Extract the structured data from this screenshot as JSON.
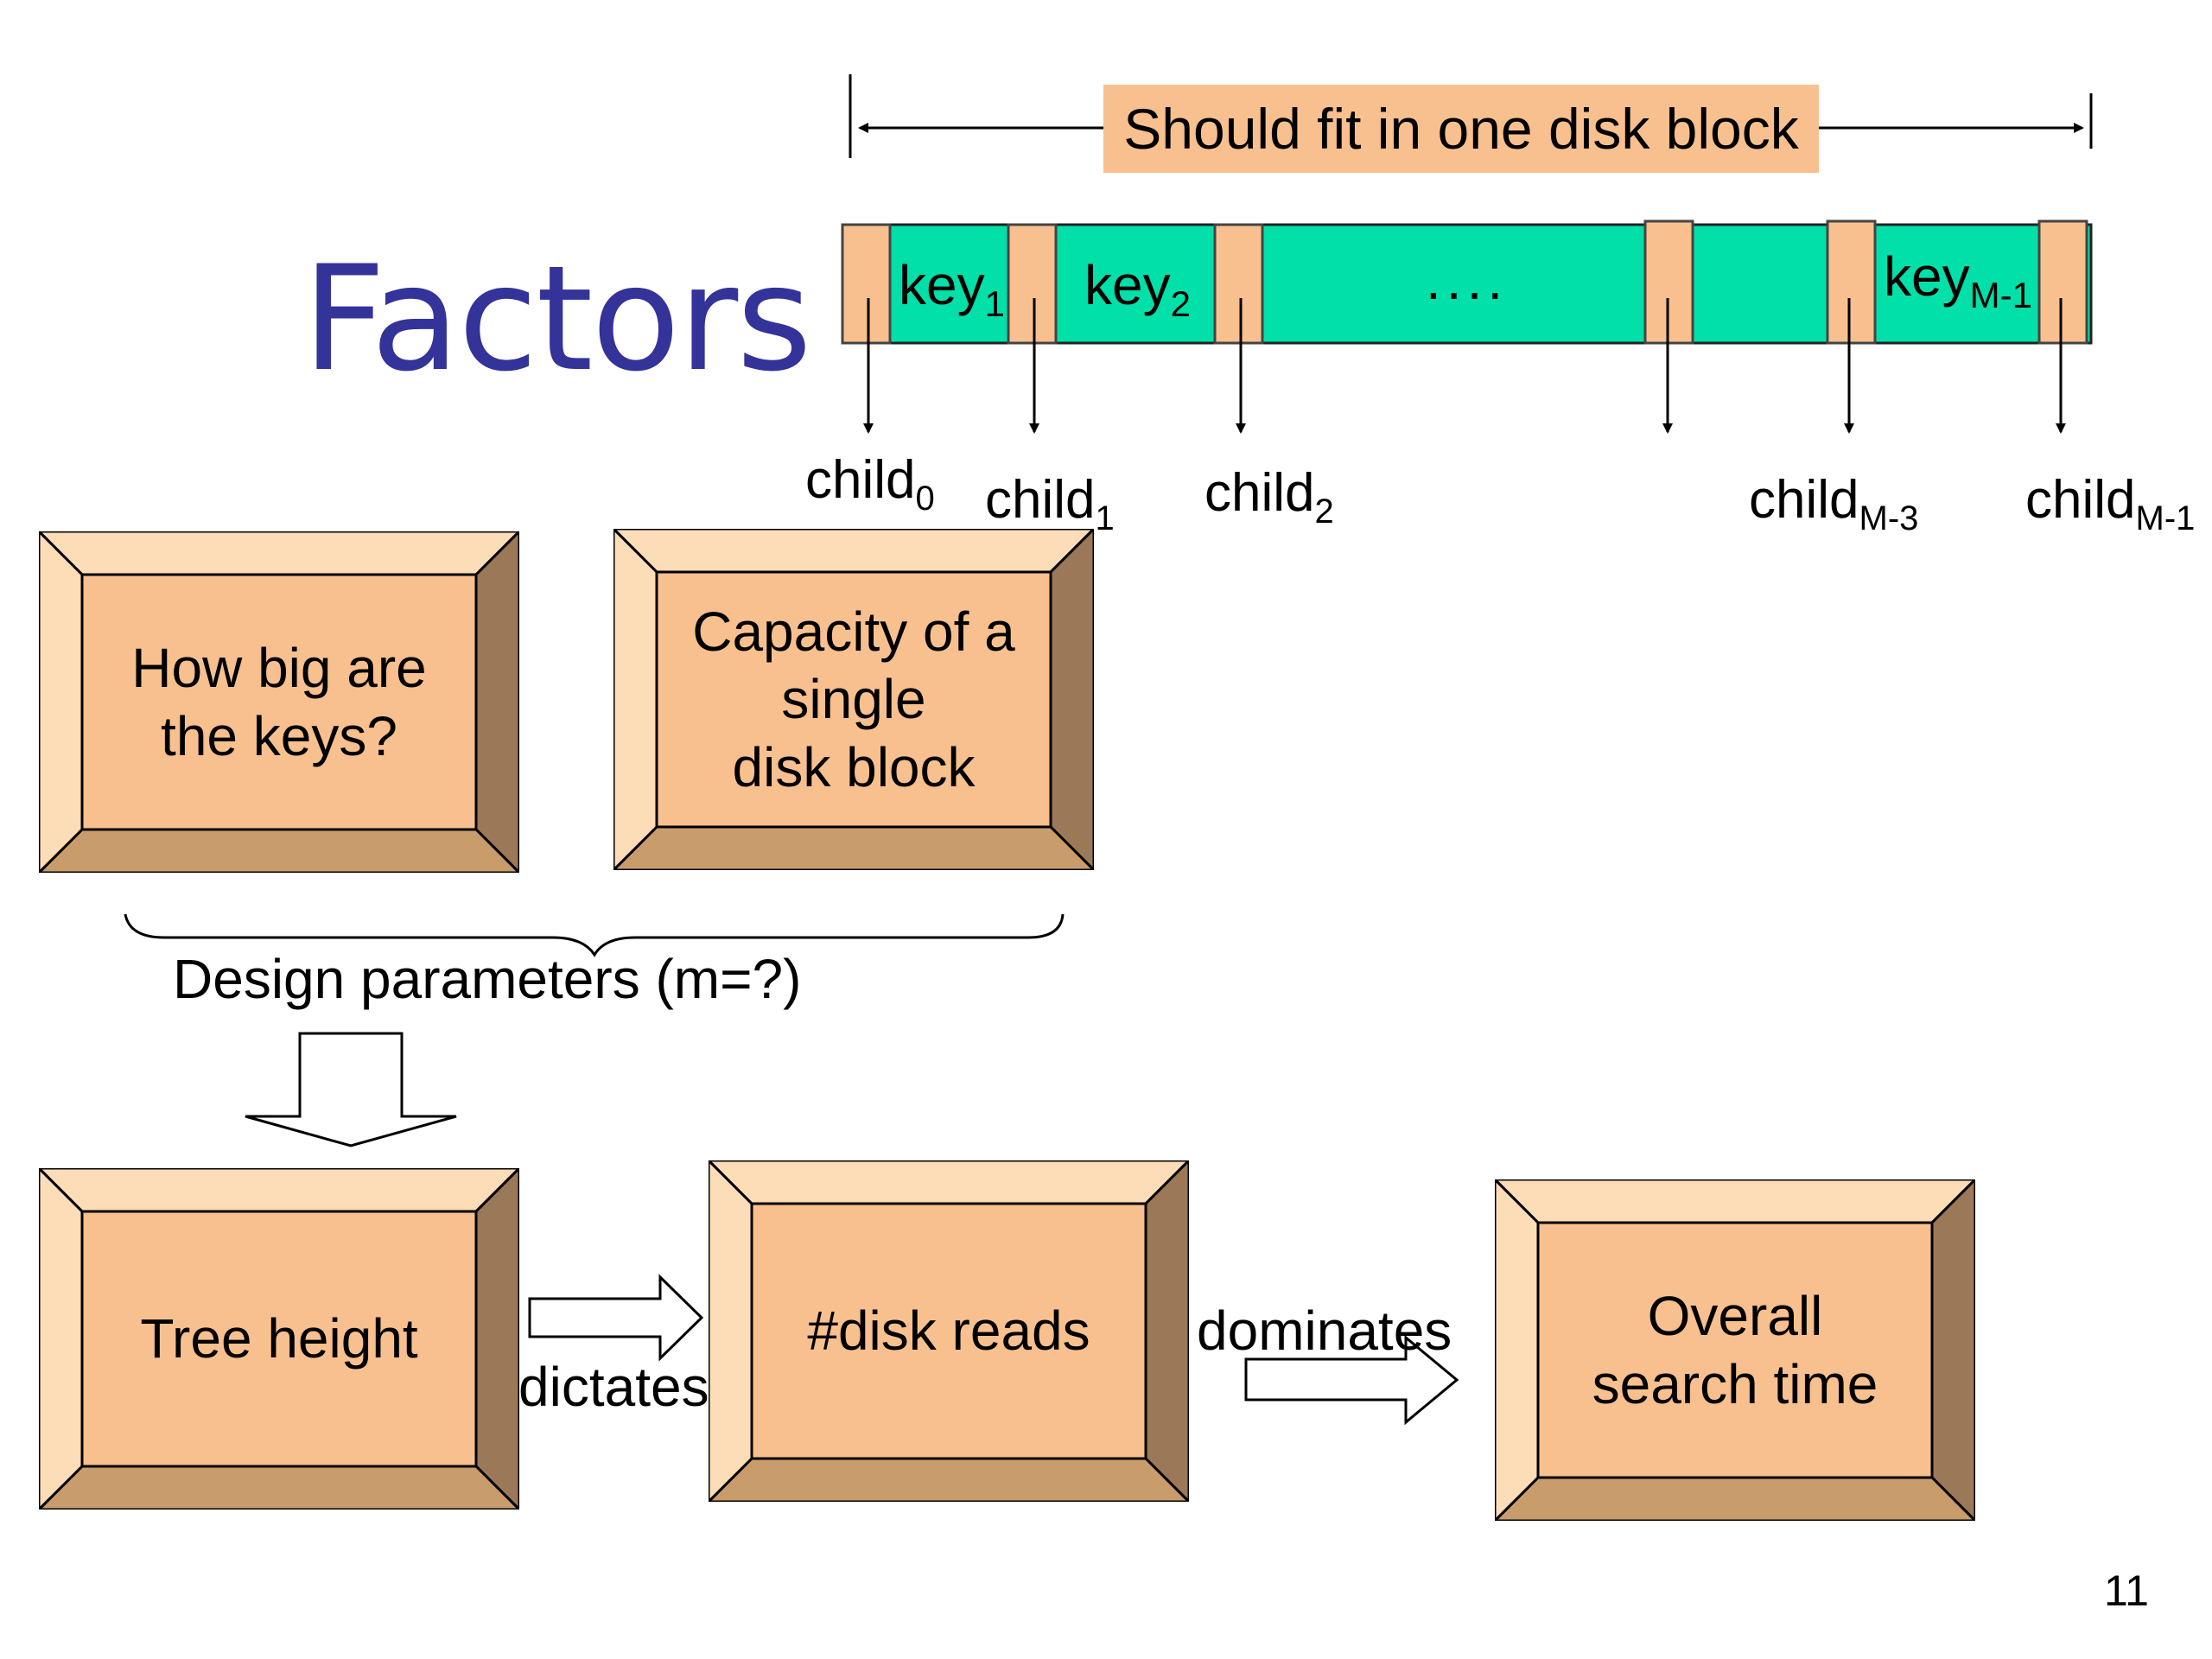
{
  "slide": {
    "title": "Factors",
    "fit_label": "Should fit in one disk block",
    "node": {
      "key1": "key",
      "key1_sub": "1",
      "key2": "key",
      "key2_sub": "2",
      "dots": "....",
      "keyM1": "key",
      "keyM1_sub": "M-1"
    },
    "children": [
      {
        "base": "child",
        "sub": "0"
      },
      {
        "base": "child",
        "sub": "1"
      },
      {
        "base": "child",
        "sub": "2"
      },
      {
        "base": "child",
        "sub": "M-3"
      },
      {
        "base": "child",
        "sub": "M-1"
      }
    ],
    "boxes": {
      "keys": [
        "How big are",
        "the keys?"
      ],
      "capacity": [
        "Capacity of a",
        "single",
        "disk block"
      ],
      "tree_height": [
        "Tree height"
      ],
      "disk_reads": [
        "#disk reads"
      ],
      "search_time": [
        "Overall",
        "search time"
      ]
    },
    "design_params": "Design parameters (m=?)",
    "dictates": "dictates",
    "dominates": "dominates",
    "page_number": "11"
  },
  "colors": {
    "title": "#333399",
    "node_fill": "#00e0a8",
    "pointer_fill": "#f8c08e",
    "box_face": "#f8c08e",
    "box_top": "#fddcb8",
    "box_right": "#9b7857",
    "box_bottom": "#c99c6c"
  }
}
